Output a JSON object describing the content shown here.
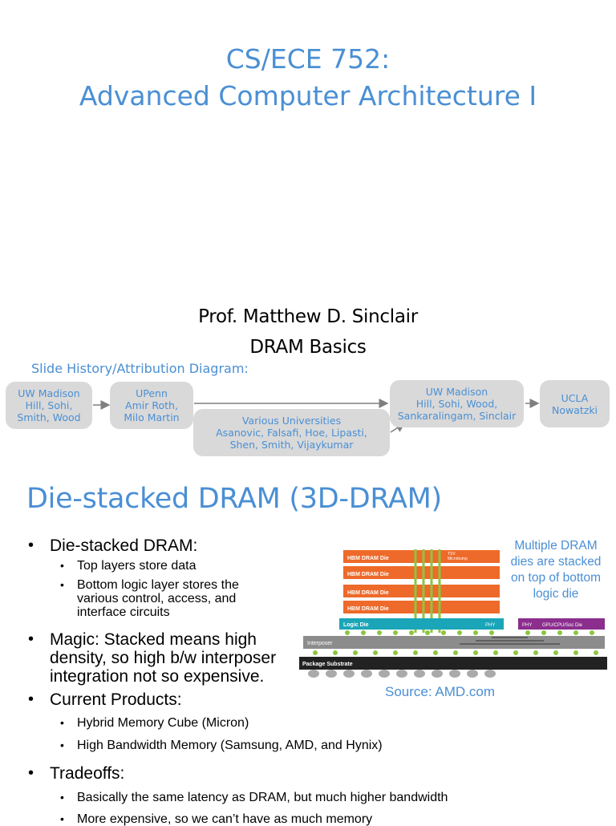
{
  "slide1": {
    "title_line1": "CS/ECE 752:",
    "title_line2": "Advanced Computer Architecture I",
    "professor": "Prof. Matthew D. Sinclair",
    "topic": "DRAM Basics",
    "history_label": "Slide History/Attribution Diagram:",
    "boxes": [
      "UW Madison\nHill, Sohi,\nSmith, Wood",
      "UPenn\nAmir Roth,\nMilo Martin",
      "Various Universities\nAsanovic, Falsafi, Hoe, Lipasti,\nShen, Smith, Vijaykumar",
      "UW Madison\nHill, Sohi, Wood,\nSankaralingam, Sinclair",
      "UCLA\nNowatzki"
    ]
  },
  "slide2": {
    "title": "Die-stacked DRAM (3D-DRAM)",
    "bullets": [
      {
        "text": "Die-stacked DRAM:",
        "sub": [
          "Top layers store data",
          "Bottom logic layer stores the various control, access, and interface circuits"
        ]
      },
      {
        "text": "Magic: Stacked means high density, so high b/w interposer integration not so expensive.",
        "sub": []
      },
      {
        "text": "Current Products:",
        "sub": [
          "Hybrid Memory Cube (Micron)",
          "High Bandwidth Memory (Samsung, AMD, and Hynix)"
        ]
      },
      {
        "text": "Tradeoffs:",
        "sub": [
          "Basically the same latency as DRAM, but much higher bandwidth",
          "More expensive, so we can’t have as much memory"
        ]
      }
    ],
    "caption": "Multiple DRAM dies are stacked on top of bottom logic die",
    "source": "Source: AMD.com",
    "figure": {
      "hbm_die_label": "HBM DRAM Die",
      "tsv_label": "TSV\nMicrobump",
      "logic_die_label": "Logic Die",
      "phy_label": "PHY",
      "soc_label": "GPU/CPU/Soc Die",
      "interposer_label": "Interposer",
      "substrate_label": "Package Substrate",
      "colors": {
        "hbm": "#ee6a2a",
        "logic": "#1aa5b8",
        "soc": "#8b2e8e",
        "interposer": "#8c8c8c",
        "substrate": "#222222",
        "bump": "#8cc63f"
      }
    }
  }
}
